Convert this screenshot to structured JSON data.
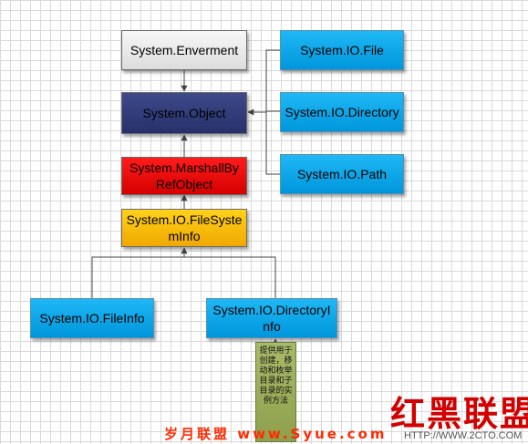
{
  "nodes": {
    "enverment": "System.Enverment",
    "object": "System.Object",
    "marshal": "System.MarshallByRefObject",
    "fsinfo": "System.IO.FileSystemInfo",
    "fileinfo": "System.IO.FileInfo",
    "dirinfo": "System.IO.DirectoryInfo",
    "file": "System.IO.File",
    "directory": "System.IO.Directory",
    "path": "System.IO.Path"
  },
  "note": "提供用于创建，移动和枚举目录和子目录的实例方法",
  "watermarks": {
    "left": "岁月联盟 www.Syue.com",
    "right": "红黑联盟",
    "url": "HTTP://WWW.2CTO.COM"
  },
  "colors": {
    "gray": "#e8e8e8",
    "navy": "#2e3a7a",
    "red": "#ee0000",
    "yellow": "#f8bc00",
    "cyan": "#0aa6ea",
    "note": "#9aab58"
  }
}
